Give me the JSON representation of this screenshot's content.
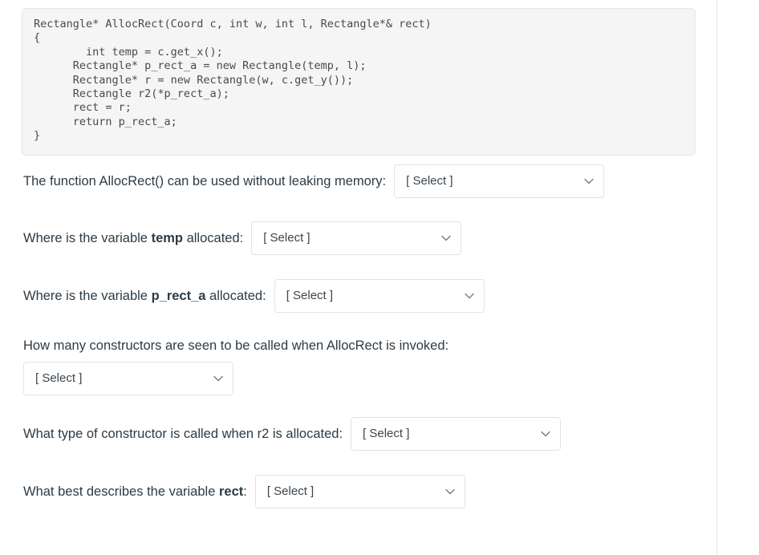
{
  "code_block": {
    "language": "cpp",
    "lines": [
      "Rectangle* AllocRect(Coord c, int w, int l, Rectangle*& rect)",
      "{",
      "        int temp = c.get_x();",
      "      Rectangle* p_rect_a = new Rectangle(temp, l);",
      "      Rectangle* r = new Rectangle(w, c.get_y());",
      "      Rectangle r2(*p_rect_a);",
      "      rect = r;",
      "      return p_rect_a;",
      "}"
    ],
    "text": "Rectangle* AllocRect(Coord c, int w, int l, Rectangle*& rect)\n{\n        int temp = c.get_x();\n      Rectangle* p_rect_a = new Rectangle(temp, l);\n      Rectangle* r = new Rectangle(w, c.get_y());\n      Rectangle r2(*p_rect_a);\n      rect = r;\n      return p_rect_a;\n}"
  },
  "select_placeholder": "[ Select ]",
  "dropdown_icon": "chevron-down-icon",
  "questions": [
    {
      "id": "q1",
      "prefix": "The function AllocRect() can be used without leaking memory:",
      "emphasis": "",
      "suffix": "",
      "value": "[ Select ]"
    },
    {
      "id": "q2",
      "prefix": "Where is the variable ",
      "emphasis": "temp",
      "suffix": " allocated:",
      "value": "[ Select ]"
    },
    {
      "id": "q3",
      "prefix": "Where is the variable ",
      "emphasis": "p_rect_a",
      "suffix": " allocated:",
      "value": "[ Select ]"
    },
    {
      "id": "q4",
      "prefix": "How many constructors are seen to be  called when AllocRect is invoked:",
      "emphasis": "",
      "suffix": "",
      "value": "[ Select ]"
    },
    {
      "id": "q5",
      "prefix": "What type of constructor is called when r2 is allocated:",
      "emphasis": "",
      "suffix": "",
      "value": "[ Select ]"
    },
    {
      "id": "q6",
      "prefix": "What best describes the variable ",
      "emphasis": "rect",
      "suffix": ":",
      "value": "[ Select ]"
    }
  ],
  "colors": {
    "page_background": "#ffffff",
    "code_background": "#f5f5f5",
    "code_border": "#e6e6e6",
    "code_text": "#4a4a4a",
    "question_text": "#2d3b45",
    "select_border": "#e1e3e6",
    "select_background": "#ffffff",
    "rule": "#e8e8e8"
  }
}
